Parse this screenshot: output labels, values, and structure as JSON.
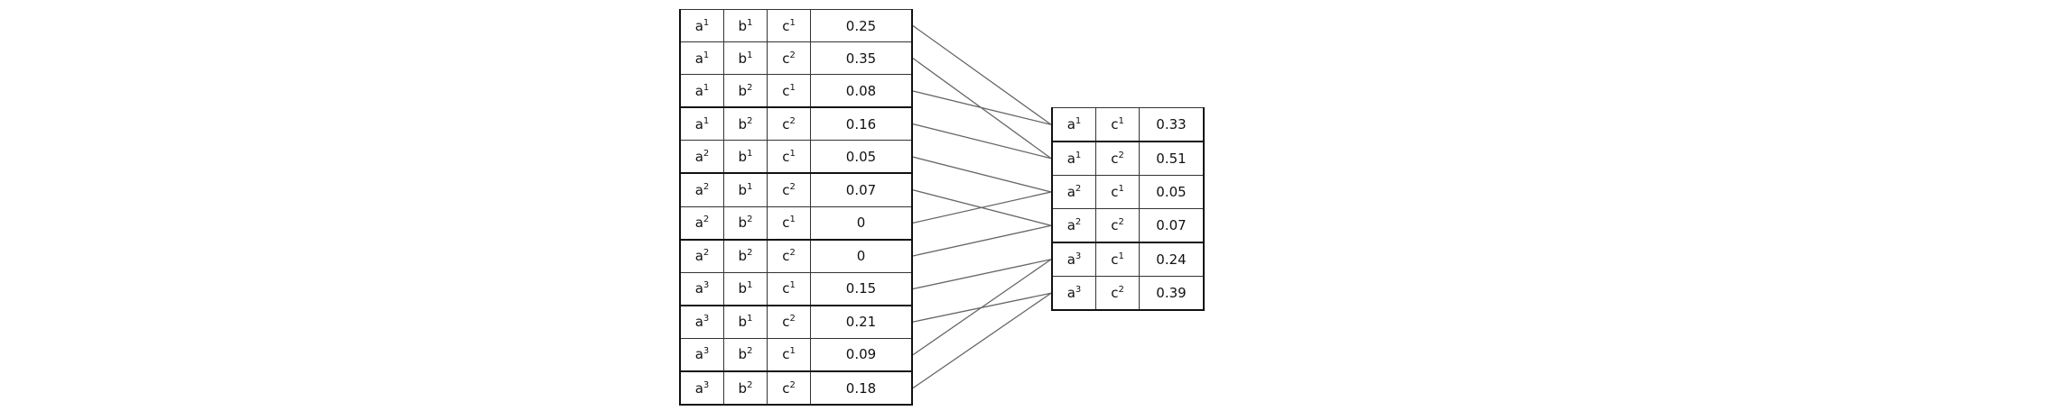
{
  "left_table": {
    "rows": [
      {
        "a": "a",
        "a_sup": "1",
        "b": "b",
        "b_sup": "1",
        "c": "c",
        "c_sup": "1",
        "value": "0.25"
      },
      {
        "a": "a",
        "a_sup": "1",
        "b": "b",
        "b_sup": "1",
        "c": "c",
        "c_sup": "2",
        "value": "0.35"
      },
      {
        "a": "a",
        "a_sup": "1",
        "b": "b",
        "b_sup": "2",
        "c": "c",
        "c_sup": "1",
        "value": "0.08"
      },
      {
        "a": "a",
        "a_sup": "1",
        "b": "b",
        "b_sup": "2",
        "c": "c",
        "c_sup": "2",
        "value": "0.16"
      },
      {
        "a": "a",
        "a_sup": "2",
        "b": "b",
        "b_sup": "1",
        "c": "c",
        "c_sup": "1",
        "value": "0.05"
      },
      {
        "a": "a",
        "a_sup": "2",
        "b": "b",
        "b_sup": "1",
        "c": "c",
        "c_sup": "2",
        "value": "0.07"
      },
      {
        "a": "a",
        "a_sup": "2",
        "b": "b",
        "b_sup": "2",
        "c": "c",
        "c_sup": "1",
        "value": "0"
      },
      {
        "a": "a",
        "a_sup": "2",
        "b": "b",
        "b_sup": "2",
        "c": "c",
        "c_sup": "2",
        "value": "0"
      },
      {
        "a": "a",
        "a_sup": "3",
        "b": "b",
        "b_sup": "1",
        "c": "c",
        "c_sup": "1",
        "value": "0.15"
      },
      {
        "a": "a",
        "a_sup": "3",
        "b": "b",
        "b_sup": "1",
        "c": "c",
        "c_sup": "2",
        "value": "0.21"
      },
      {
        "a": "a",
        "a_sup": "3",
        "b": "b",
        "b_sup": "2",
        "c": "c",
        "c_sup": "1",
        "value": "0.09"
      },
      {
        "a": "a",
        "a_sup": "3",
        "b": "b",
        "b_sup": "2",
        "c": "c",
        "c_sup": "2",
        "value": "0.18"
      }
    ]
  },
  "right_table": {
    "rows": [
      {
        "a": "a",
        "a_sup": "1",
        "c": "c",
        "c_sup": "1",
        "value": "0.33"
      },
      {
        "a": "a",
        "a_sup": "1",
        "c": "c",
        "c_sup": "2",
        "value": "0.51"
      },
      {
        "a": "a",
        "a_sup": "2",
        "c": "c",
        "c_sup": "1",
        "value": "0.05"
      },
      {
        "a": "a",
        "a_sup": "2",
        "c": "c",
        "c_sup": "2",
        "value": "0.07"
      },
      {
        "a": "a",
        "a_sup": "3",
        "c": "c",
        "c_sup": "1",
        "value": "0.24"
      },
      {
        "a": "a",
        "a_sup": "3",
        "c": "c",
        "c_sup": "2",
        "value": "0.39"
      }
    ]
  },
  "connections": [
    {
      "from": 0,
      "to": 0
    },
    {
      "from": 1,
      "to": 1
    },
    {
      "from": 2,
      "to": 0
    },
    {
      "from": 3,
      "to": 1
    },
    {
      "from": 4,
      "to": 2
    },
    {
      "from": 5,
      "to": 3
    },
    {
      "from": 6,
      "to": 2
    },
    {
      "from": 7,
      "to": 3
    },
    {
      "from": 8,
      "to": 4
    },
    {
      "from": 9,
      "to": 5
    },
    {
      "from": 10,
      "to": 4
    },
    {
      "from": 11,
      "to": 5
    }
  ],
  "colors": {
    "border": "#111111",
    "connector": "#666666",
    "text": "#111111",
    "background": "#ffffff"
  }
}
